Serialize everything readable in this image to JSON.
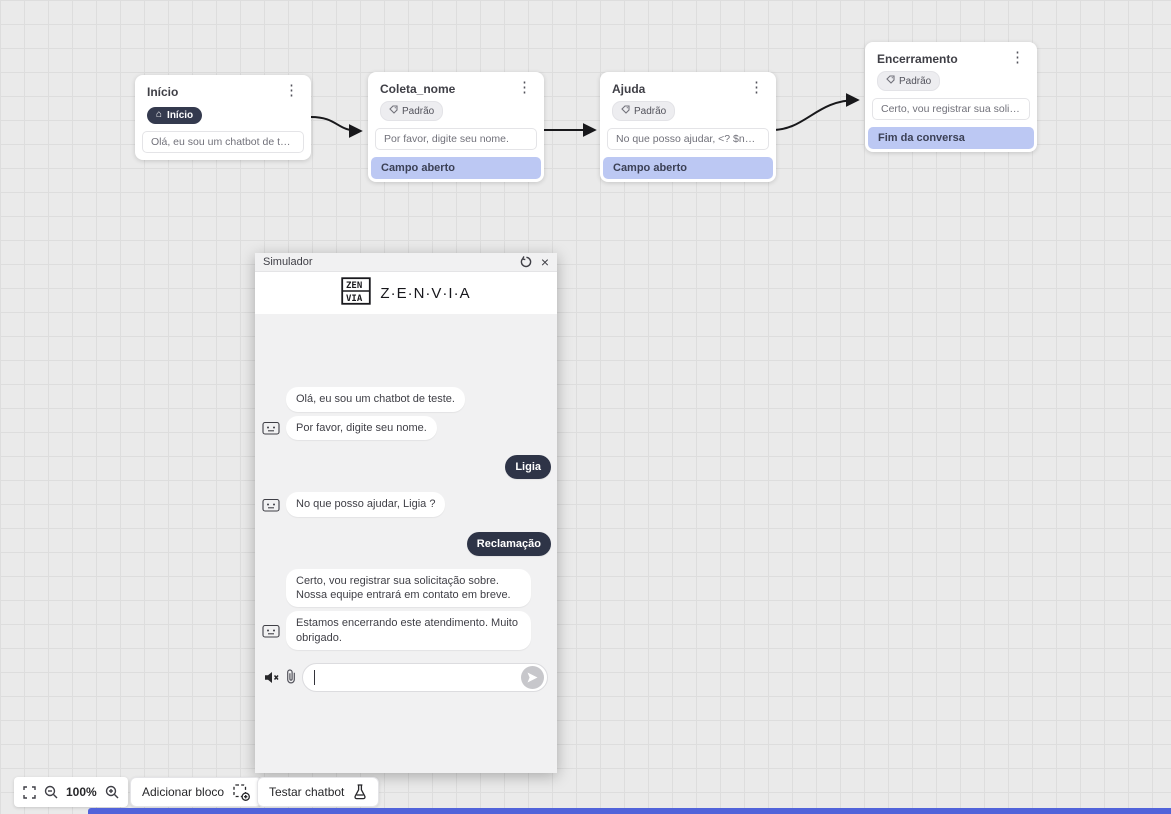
{
  "nodes": [
    {
      "title": "Início",
      "badge": "Início",
      "message": "Olá, eu sou um chatbot de teste."
    },
    {
      "title": "Coleta_nome",
      "tag": "Padrão",
      "message": "Por favor, digite seu nome.",
      "footer": "Campo aberto"
    },
    {
      "title": "Ajuda",
      "tag": "Padrão",
      "message": "No que posso ajudar, <? $name ...",
      "footer": "Campo aberto"
    },
    {
      "title": "Encerramento",
      "tag": "Padrão",
      "message": "Certo, vou registrar sua solicitaç...",
      "footer": "Fim da conversa"
    }
  ],
  "simulator": {
    "title": "Simulador",
    "brand": "Z·E·N·V·I·A",
    "messages": [
      {
        "type": "bot",
        "avatar": false,
        "text": "Olá, eu sou um chatbot de teste."
      },
      {
        "type": "bot",
        "avatar": true,
        "text": "Por favor, digite seu nome."
      },
      {
        "type": "user",
        "text": "Ligia"
      },
      {
        "type": "bot",
        "avatar": true,
        "text": "No que posso ajudar, Ligia ?"
      },
      {
        "type": "user",
        "text": "Reclamação"
      },
      {
        "type": "bot",
        "avatar": false,
        "text": "Certo, vou registrar sua solicitação sobre. Nossa equipe entrará em contato em breve."
      },
      {
        "type": "bot",
        "avatar": true,
        "text": "Estamos encerrando este atendimento. Muito obrigado."
      }
    ],
    "input": {
      "value": "",
      "placeholder": ""
    }
  },
  "toolbar": {
    "zoom_level": "100%",
    "add_block": "Adicionar bloco",
    "test_chatbot": "Testar chatbot"
  },
  "icons": {
    "kebab": "⋮",
    "close": "×",
    "home": "⌂"
  },
  "colors": {
    "node_footer_bg": "#bcc8f3",
    "start_badge_bg": "#343a4e",
    "user_bubble_bg": "#2e3447",
    "bottom_strip": "#5163da",
    "canvas_bg": "#eaeaea"
  }
}
